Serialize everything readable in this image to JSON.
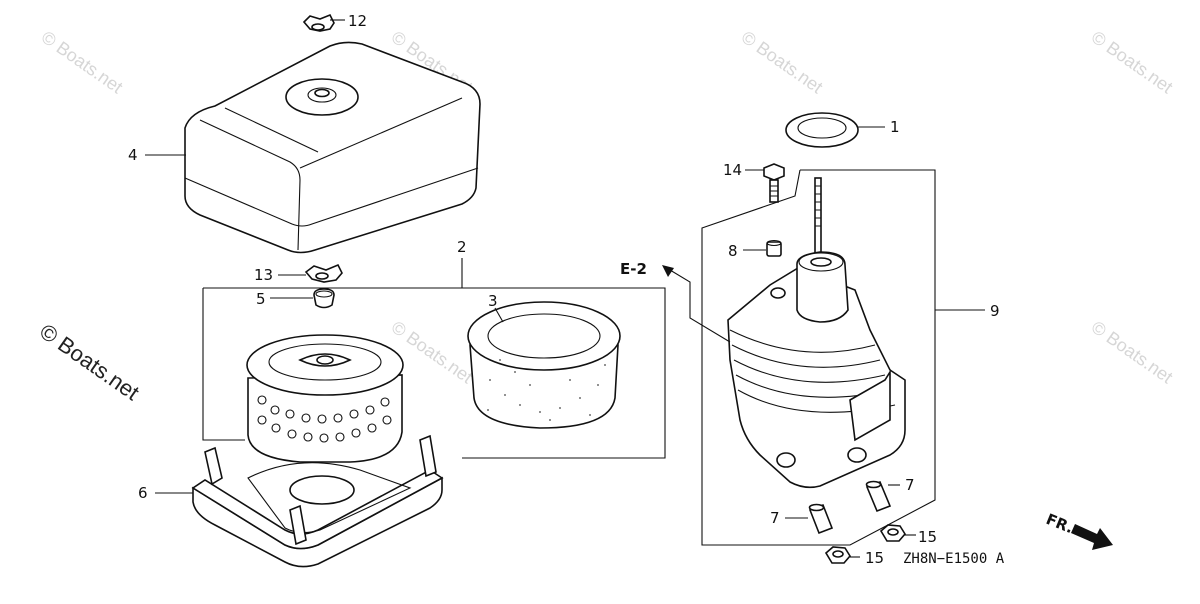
{
  "diagram": {
    "watermark": "© Boats.net",
    "drawing_code": "ZH8N−E1500 A",
    "reference": "E-2",
    "direction_label": "FR.",
    "callouts": {
      "c1": "1",
      "c2": "2",
      "c3": "3",
      "c4": "4",
      "c5": "5",
      "c6": "6",
      "c7a": "7",
      "c7b": "7",
      "c8": "8",
      "c9": "9",
      "c12": "12",
      "c13": "13",
      "c14": "14",
      "c15a": "15",
      "c15b": "15"
    }
  }
}
